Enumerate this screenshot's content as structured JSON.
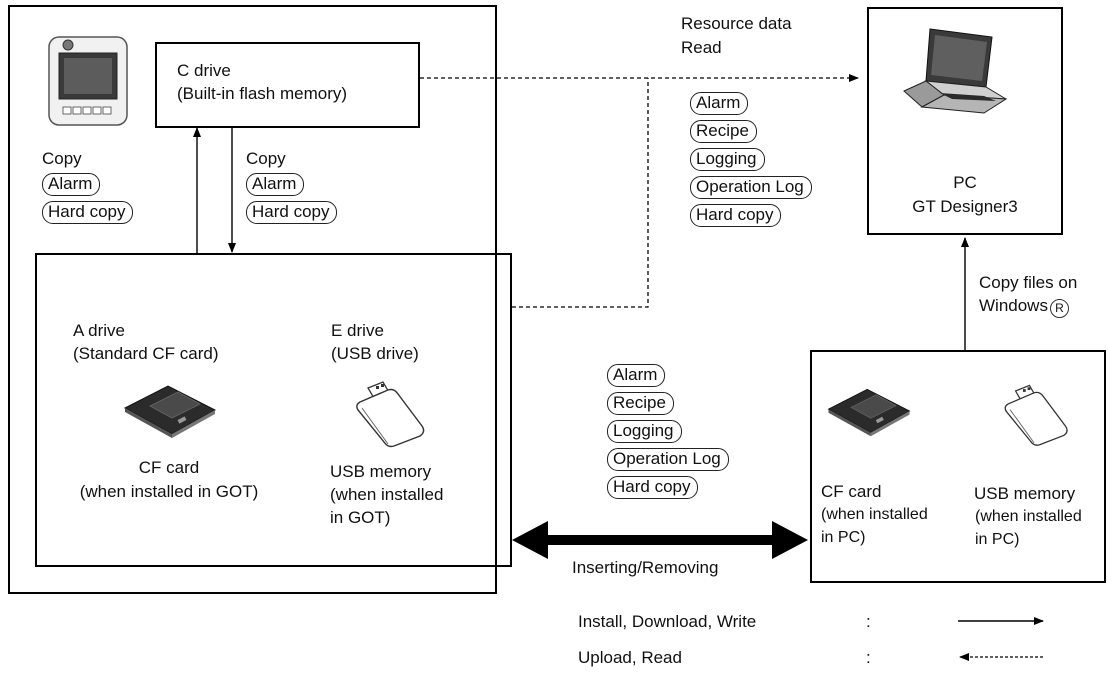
{
  "got_box": {
    "c_drive": {
      "title": "C drive",
      "subtitle": "(Built-in flash memory)"
    },
    "copy_left": {
      "label": "Copy",
      "items": [
        "Alarm",
        "Hard copy"
      ]
    },
    "copy_right": {
      "label": "Copy",
      "items": [
        "Alarm",
        "Hard copy"
      ]
    },
    "a_drive": {
      "title": "A drive",
      "subtitle": "(Standard CF card)"
    },
    "e_drive": {
      "title": "E drive",
      "subtitle": "(USB drive)"
    },
    "cf_card": {
      "name": "CF card",
      "note": "(when installed in GOT)"
    },
    "usb_memory": {
      "name": "USB memory",
      "note1": "(when installed",
      "note2": "in GOT)"
    }
  },
  "resource_read": {
    "line1": "Resource data",
    "line2": "Read",
    "items": [
      "Alarm",
      "Recipe",
      "Logging",
      "Operation Log",
      "Hard copy"
    ]
  },
  "pc_box": {
    "line1": "PC",
    "line2": "GT Designer3"
  },
  "copy_windows": {
    "line1": "Copy files on",
    "line2": "Windows",
    "mark": "R"
  },
  "exchange": {
    "items": [
      "Alarm",
      "Recipe",
      "Logging",
      "Operation Log",
      "Hard copy"
    ],
    "caption": "Inserting/Removing"
  },
  "pc_media": {
    "cf_card": {
      "name": "CF card",
      "note1": "(when installed",
      "note2": "in PC)"
    },
    "usb_memory": {
      "name": "USB memory",
      "note1": "(when installed",
      "note2": "in PC)"
    }
  },
  "legend": {
    "write": {
      "label": "Install, Download, Write",
      "sep": ":"
    },
    "read": {
      "label": "Upload, Read",
      "sep": ":"
    }
  },
  "colors": {
    "line": "#000000",
    "media_dark": "#2b2b2b"
  }
}
